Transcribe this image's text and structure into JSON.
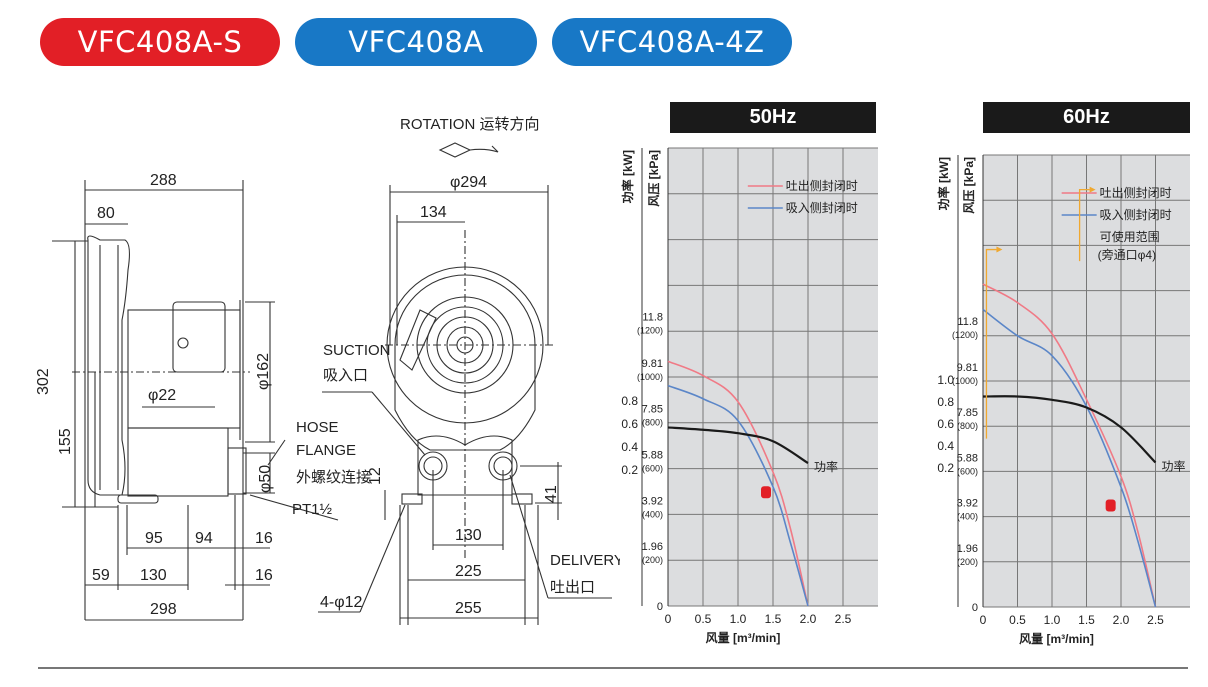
{
  "models": [
    {
      "label": "VFC408A-S",
      "color": "#e21f26"
    },
    {
      "label": "VFC408A",
      "color": "#1878c6"
    },
    {
      "label": "VFC408A-4Z",
      "color": "#1878c6"
    }
  ],
  "side_view": {
    "dims": {
      "d288": "288",
      "d80": "80",
      "d302": "302",
      "d155": "155",
      "d162": "φ162",
      "d22": "φ22",
      "d50": "φ50",
      "d95": "95",
      "d94": "94",
      "d16a": "16",
      "d59": "59",
      "d130": "130",
      "d16b": "16",
      "d298": "298"
    },
    "hose_flange": [
      "HOSE",
      "FLANGE",
      "外螺纹连接"
    ],
    "thread": "PT1½"
  },
  "front_view": {
    "rotation": "ROTATION 运转方向",
    "suction": [
      "SUCTION",
      "吸入口"
    ],
    "delivery": [
      "DELIVERY",
      "吐出口"
    ],
    "dims": {
      "d294": "φ294",
      "d134": "134",
      "d12": "12",
      "d41": "41",
      "d130": "130",
      "d225": "225",
      "d255": "255",
      "holes": "4-φ12"
    }
  },
  "chart_data": [
    {
      "type": "line",
      "title": "50Hz",
      "xlabel": "风量 [m³/min]",
      "ylabel": "风压 [kPa]",
      "y2label": "功率 [kW]",
      "xlim": [
        0,
        3.0
      ],
      "ylim": [
        0,
        19.6
      ],
      "y2_scale_kw_per_grid": 0.2,
      "x_ticks": [
        "0",
        "0.5",
        "1.0",
        "1.5",
        "2.0",
        "2.5"
      ],
      "y_ticks": [
        {
          "value": 0,
          "label": "0",
          "sub": ""
        },
        {
          "value": 1.96,
          "label": "1.96",
          "sub": "(200)"
        },
        {
          "value": 3.92,
          "label": "3.92",
          "sub": "(400)"
        },
        {
          "value": 5.88,
          "label": "5.88",
          "sub": "(600)"
        },
        {
          "value": 7.85,
          "label": "7.85",
          "sub": "(800)"
        },
        {
          "value": 9.81,
          "label": "9.81",
          "sub": "(1000)"
        },
        {
          "value": 11.8,
          "label": "11.8",
          "sub": "(1200)"
        }
      ],
      "power_ticks": [
        "0.2",
        "0.4",
        "0.6",
        "0.8"
      ],
      "grid": true,
      "legend": [
        "吐出侧封闭时",
        "吸入侧封闭时"
      ],
      "legend_position": "top-right",
      "series": [
        {
          "name": "吐出侧封闭时",
          "color": "#f07a86",
          "axis": "kPa",
          "x": [
            0,
            0.5,
            1.0,
            1.5,
            1.75,
            2.0
          ],
          "values": [
            10.47,
            9.86,
            8.74,
            5.73,
            3.3,
            0
          ]
        },
        {
          "name": "吸入侧封闭时",
          "color": "#5b86c8",
          "axis": "kPa",
          "x": [
            0,
            0.5,
            1.0,
            1.5,
            1.75,
            2.0
          ],
          "values": [
            9.43,
            8.87,
            7.93,
            5.1,
            2.7,
            0
          ]
        },
        {
          "name": "功率",
          "color": "#1a1a1a",
          "axis": "kW",
          "x": [
            0,
            0.5,
            1.0,
            1.5,
            2.0
          ],
          "values": [
            0.57,
            0.55,
            0.52,
            0.45,
            0.26
          ]
        }
      ],
      "marker": {
        "x": 1.4,
        "y": 4.87,
        "color": "#e21f26"
      }
    },
    {
      "type": "line",
      "title": "60Hz",
      "xlabel": "风量 [m³/min]",
      "ylabel": "风压 [kPa]",
      "y2label": "功率 [kW]",
      "xlim": [
        0,
        3.0
      ],
      "ylim": [
        0,
        19.6
      ],
      "x_ticks": [
        "0",
        "0.5",
        "1.0",
        "1.5",
        "2.0",
        "2.5"
      ],
      "y_ticks": [
        {
          "value": 0,
          "label": "0",
          "sub": ""
        },
        {
          "value": 1.96,
          "label": "1.96",
          "sub": "(200)"
        },
        {
          "value": 3.92,
          "label": "3.92",
          "sub": "(400)"
        },
        {
          "value": 5.88,
          "label": "5.88",
          "sub": "(600)"
        },
        {
          "value": 7.85,
          "label": "7.85",
          "sub": "(800)"
        },
        {
          "value": 9.81,
          "label": "9.81",
          "sub": "(1000)"
        },
        {
          "value": 11.8,
          "label": "11.8",
          "sub": "(1200)"
        }
      ],
      "power_ticks": [
        "0.2",
        "0.4",
        "0.6",
        "0.8",
        "1.0"
      ],
      "grid": true,
      "legend": [
        "吐出侧封闭时",
        "吸入侧封闭时",
        "可使用范围",
        "(旁通口φ4)"
      ],
      "legend_position": "top-right",
      "series": [
        {
          "name": "吐出侧封闭时",
          "color": "#f07a86",
          "axis": "kPa",
          "x": [
            0,
            0.5,
            1.0,
            1.5,
            2.0,
            2.25,
            2.5
          ],
          "values": [
            14.0,
            13.2,
            11.85,
            9.0,
            5.66,
            3.2,
            0
          ]
        },
        {
          "name": "吸入侧封闭时",
          "color": "#5b86c8",
          "axis": "kPa",
          "x": [
            0,
            0.5,
            1.0,
            1.5,
            2.0,
            2.25,
            2.5
          ],
          "values": [
            12.9,
            11.76,
            10.9,
            8.7,
            5.2,
            2.8,
            0
          ]
        },
        {
          "name": "功率",
          "color": "#1a1a1a",
          "axis": "kW",
          "x": [
            0,
            0.5,
            1.0,
            1.5,
            2.0,
            2.5
          ],
          "values": [
            0.85,
            0.85,
            0.82,
            0.75,
            0.57,
            0.25
          ]
        }
      ],
      "usable_range_arrows": [
        {
          "x": 0.05,
          "y_from": 7.3,
          "y_to": 15.5
        },
        {
          "x": 1.4,
          "y_from": 15.0,
          "y_to": 18.1
        }
      ],
      "range_color": "#f0a830",
      "marker": {
        "x": 1.85,
        "y": 4.4,
        "color": "#e21f26"
      }
    }
  ],
  "power_label": "功率"
}
